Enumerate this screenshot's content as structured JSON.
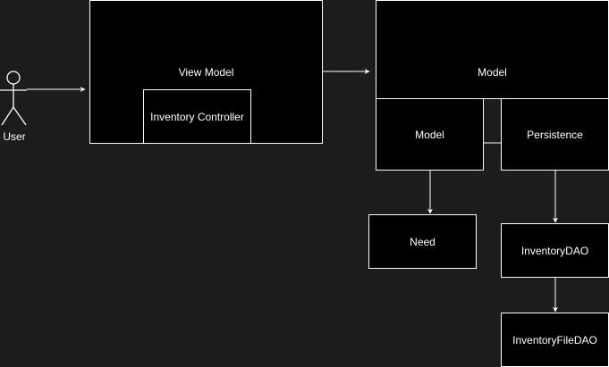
{
  "diagram": {
    "colors": {
      "background": "#1c1c1c",
      "node_fill": "#000000",
      "stroke": "#ffffff",
      "text": "#ffffff"
    },
    "actor": {
      "label": "User"
    },
    "nodes": {
      "view_model": "View Model",
      "inventory_controller": "Inventory Controller",
      "model_container": "Model",
      "model": "Model",
      "persistence": "Persistence",
      "need": "Need",
      "inventory_dao": "InventoryDAO",
      "inventory_file_dao": "InventoryFileDAO"
    },
    "edges": [
      {
        "from": "User",
        "to": "View Model"
      },
      {
        "from": "View Model",
        "to": "Model"
      },
      {
        "from": "Model",
        "to": "Need"
      },
      {
        "from": "Persistence",
        "to": "InventoryDAO"
      },
      {
        "from": "InventoryDAO",
        "to": "InventoryFileDAO"
      },
      {
        "from": "Model",
        "to": "Persistence",
        "arrow": false
      }
    ]
  }
}
